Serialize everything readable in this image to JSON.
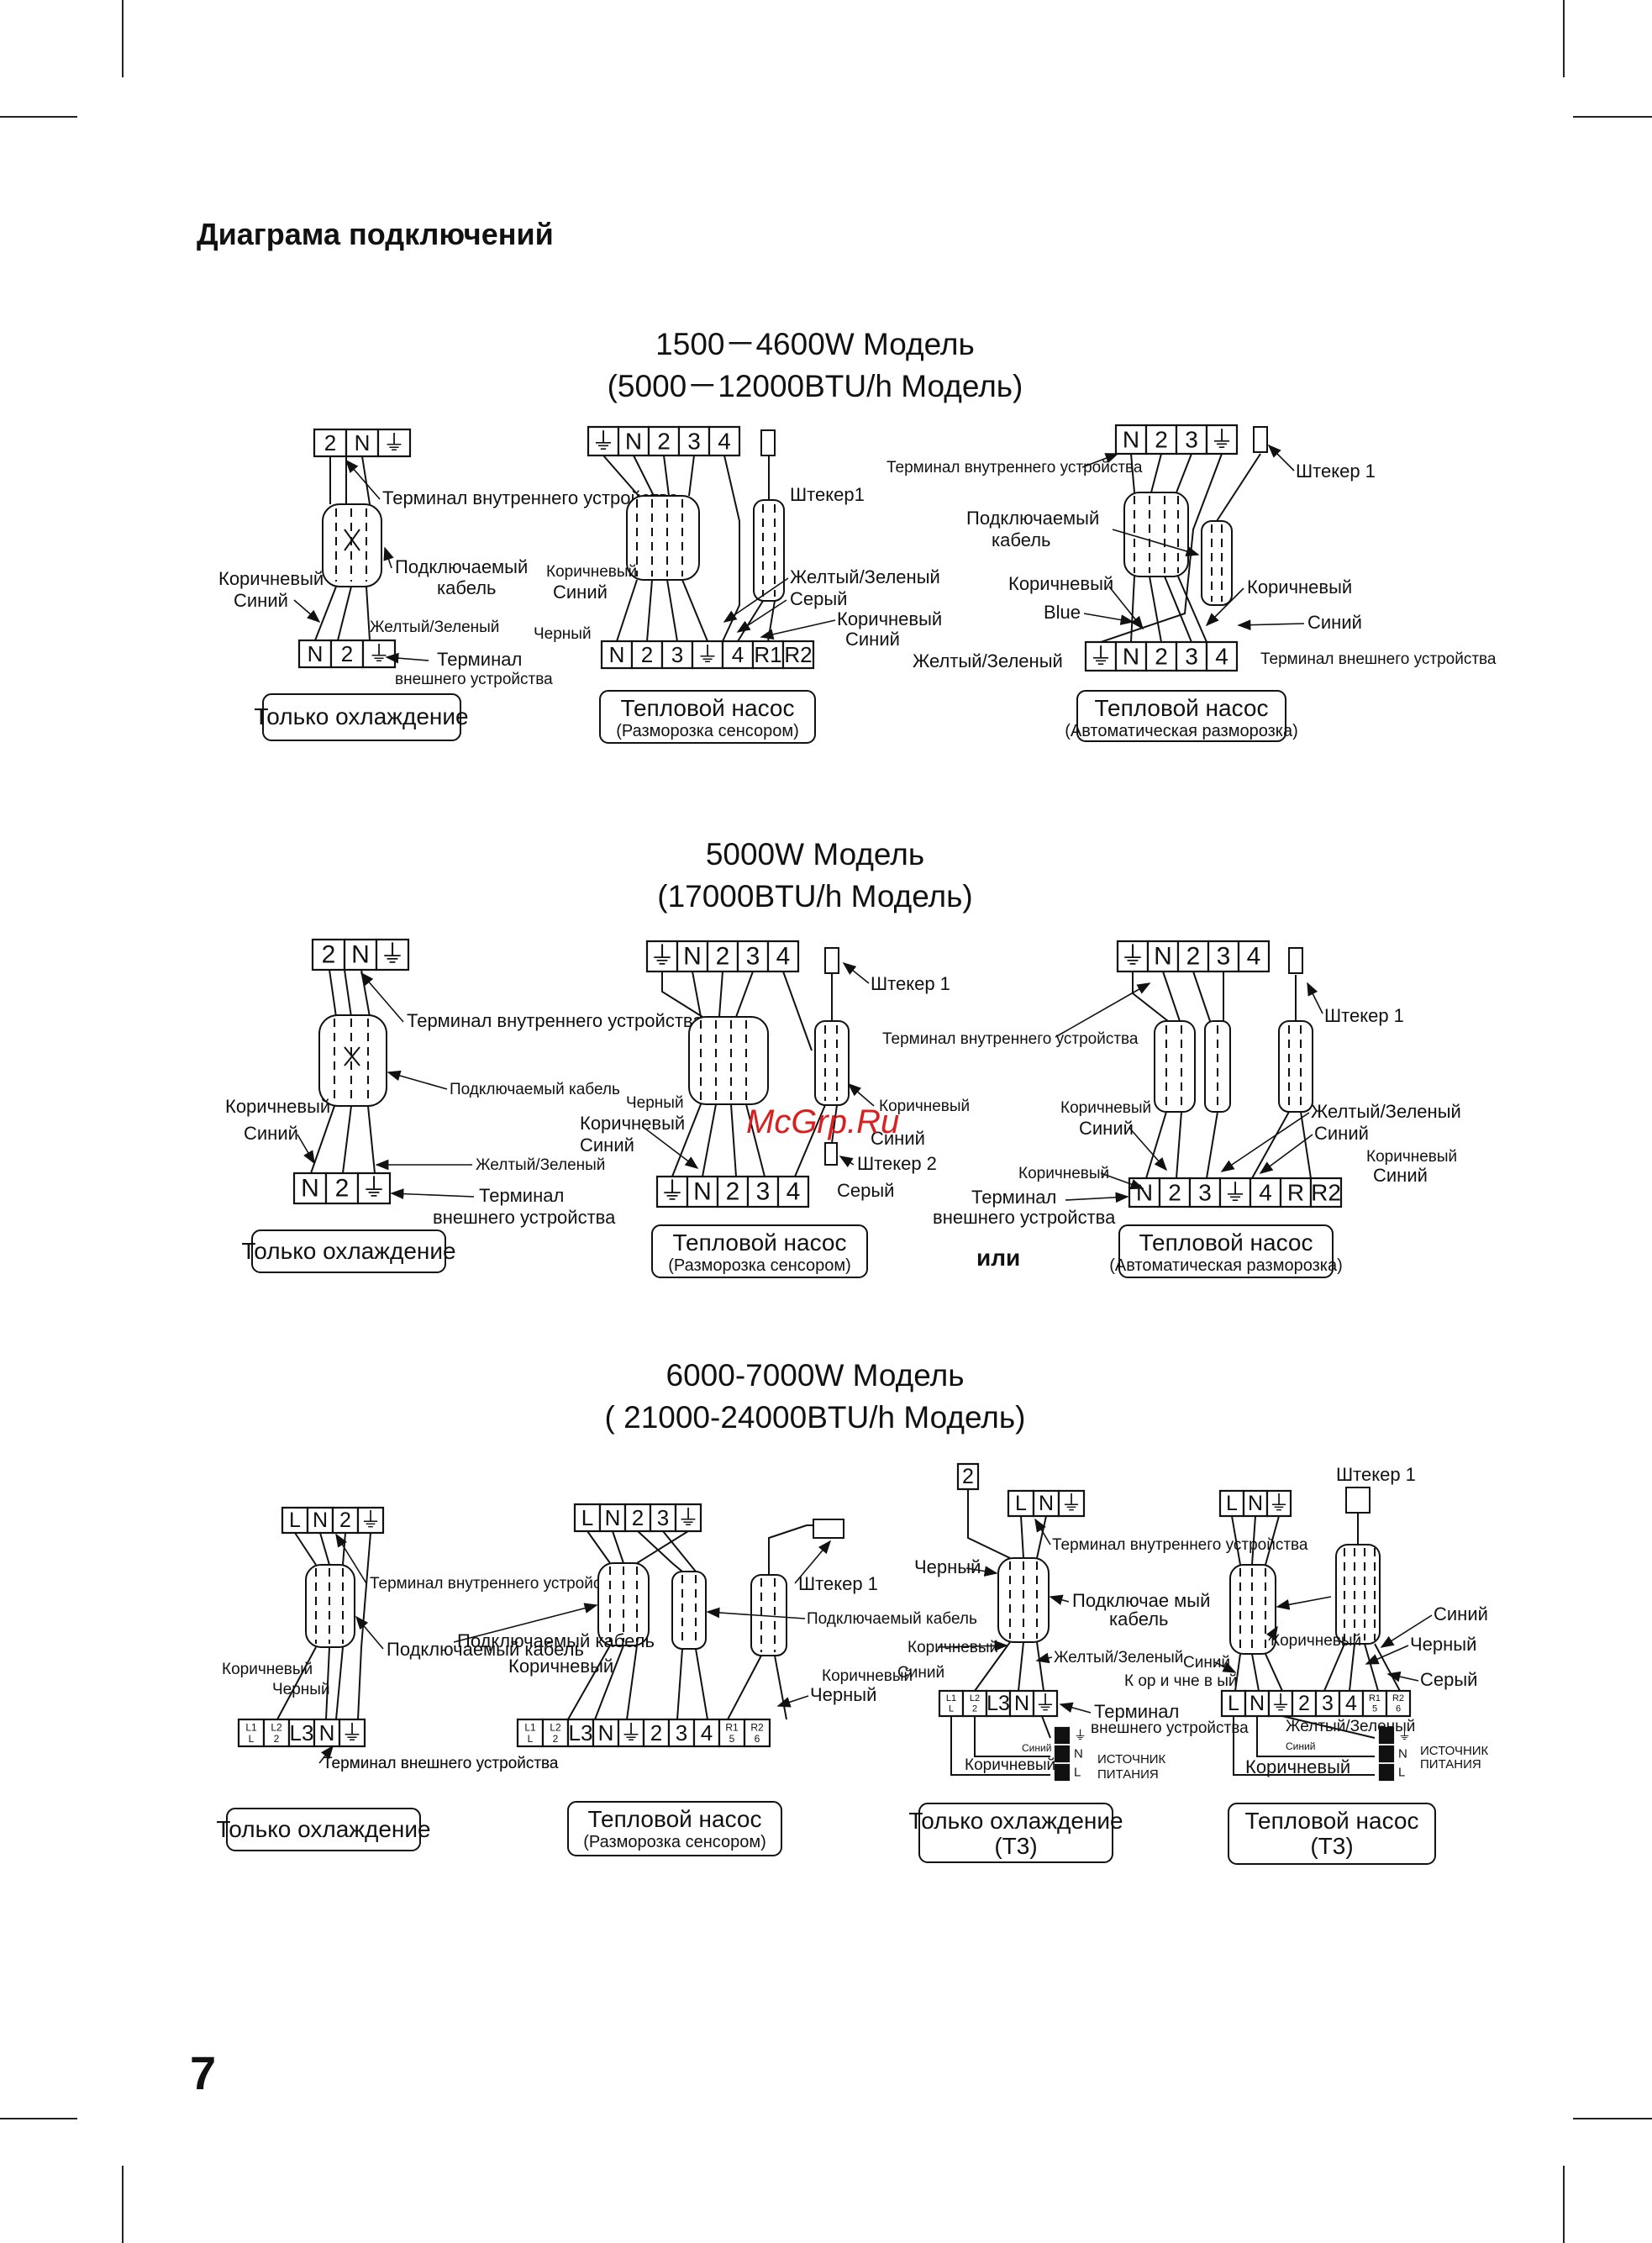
{
  "page": {
    "title": "Диаграма подключений",
    "page_number": "7",
    "watermark": "McGrp.Ru"
  },
  "sections": [
    {
      "line1": "1500－4600W Модель",
      "line2": "(5000－12000BTU/h Модель)"
    },
    {
      "line1": "5000W Модель",
      "line2": "(17000BTU/h Модель)"
    },
    {
      "line1": "6000-7000W Модель",
      "line2": "( 21000-24000BTU/h Модель)"
    }
  ],
  "labels": {
    "indoor_terminal": "Терминал внутреннего устройства",
    "outdoor_terminal": "Терминал внешнего устройства",
    "terminal": "Терминал",
    "of_outdoor_unit": "внешнего устройства",
    "connecting": "Подключаемый",
    "cable": "кабель",
    "connecting_cable": "Подключаемый кабель",
    "brown": "Коричневый",
    "blue": "Синий",
    "blue_en": "Blue",
    "black": "Черный",
    "gray": "Серый",
    "yellow_green": "Желтый/Зеленый",
    "plug1": "Штекер 1",
    "plug1_compact": "Штекер1",
    "plug2": "Штекер 2",
    "or": "или",
    "power_source_1": "ИСТОЧНИК",
    "power_source_2": "ПИТАНИЯ",
    "brown_garbled": "К ор и чне в ый",
    "connecting_garbled": "Подключае мый"
  },
  "boxes": {
    "cooling_only": "Только охлаждение",
    "heat_pump": "Тепловой насос",
    "defrost_sensor": "(Разморозка сенсором)",
    "auto_defrost": "(Автоматическая разморозка)",
    "t3": "(T3)"
  },
  "terminals": {
    "s1_indoor_cool": [
      "2",
      "N",
      "⏚"
    ],
    "s1_outdoor_cool": [
      "N",
      "2",
      "⏚"
    ],
    "s1_indoor_hp1": [
      "⏚",
      "N",
      "2",
      "3",
      "4"
    ],
    "s1_outdoor_hp1": [
      "N",
      "2",
      "3",
      "⏚",
      "4",
      "R1",
      "R2"
    ],
    "s1_indoor_hp2": [
      "N",
      "2",
      "3",
      "⏚"
    ],
    "s1_outdoor_hp2": [
      "⏚",
      "N",
      "2",
      "3",
      "4"
    ],
    "s2_indoor_cool": [
      "2",
      "N",
      "⏚"
    ],
    "s2_outdoor_cool": [
      "N",
      "2",
      "⏚"
    ],
    "s2_indoor_hp1": [
      "⏚",
      "N",
      "2",
      "3",
      "4"
    ],
    "s2_outdoor_hp1": [
      "⏚",
      "N",
      "2",
      "3",
      "4"
    ],
    "s2_indoor_hp2": [
      "⏚",
      "N",
      "2",
      "3",
      "4"
    ],
    "s2_outdoor_hp2": [
      "N",
      "2",
      "3",
      "⏚",
      "4",
      "R",
      "R2"
    ],
    "s3_indoor_cool": [
      "L",
      "N",
      "2",
      "⏚"
    ],
    "s3_outdoor_cool": [
      "L1 L",
      "L2 2",
      "L3",
      "N",
      "⏚"
    ],
    "s3_indoor_hp": [
      "L",
      "N",
      "2",
      "3",
      "⏚"
    ],
    "s3_outdoor_hp": [
      "L1 L",
      "L2 2",
      "L3",
      "N",
      "⏚",
      "2",
      "3",
      "4",
      "R1 5",
      "R2 6"
    ],
    "s3_indoor_t3c": [
      "L",
      "N",
      "⏚"
    ],
    "s3_extra_t3c": [
      "2"
    ],
    "s3_outdoor_t3c": [
      "L1 L",
      "L2 2",
      "L3",
      "N",
      "⏚"
    ],
    "s3_indoor_t3h": [
      "L",
      "N",
      "⏚"
    ],
    "s3_outdoor_t3h": [
      "L",
      "N",
      "⏚",
      "2",
      "3",
      "4",
      "R1 5",
      "R2 6"
    ],
    "power_nl": [
      "⏚",
      "N",
      "L"
    ]
  }
}
